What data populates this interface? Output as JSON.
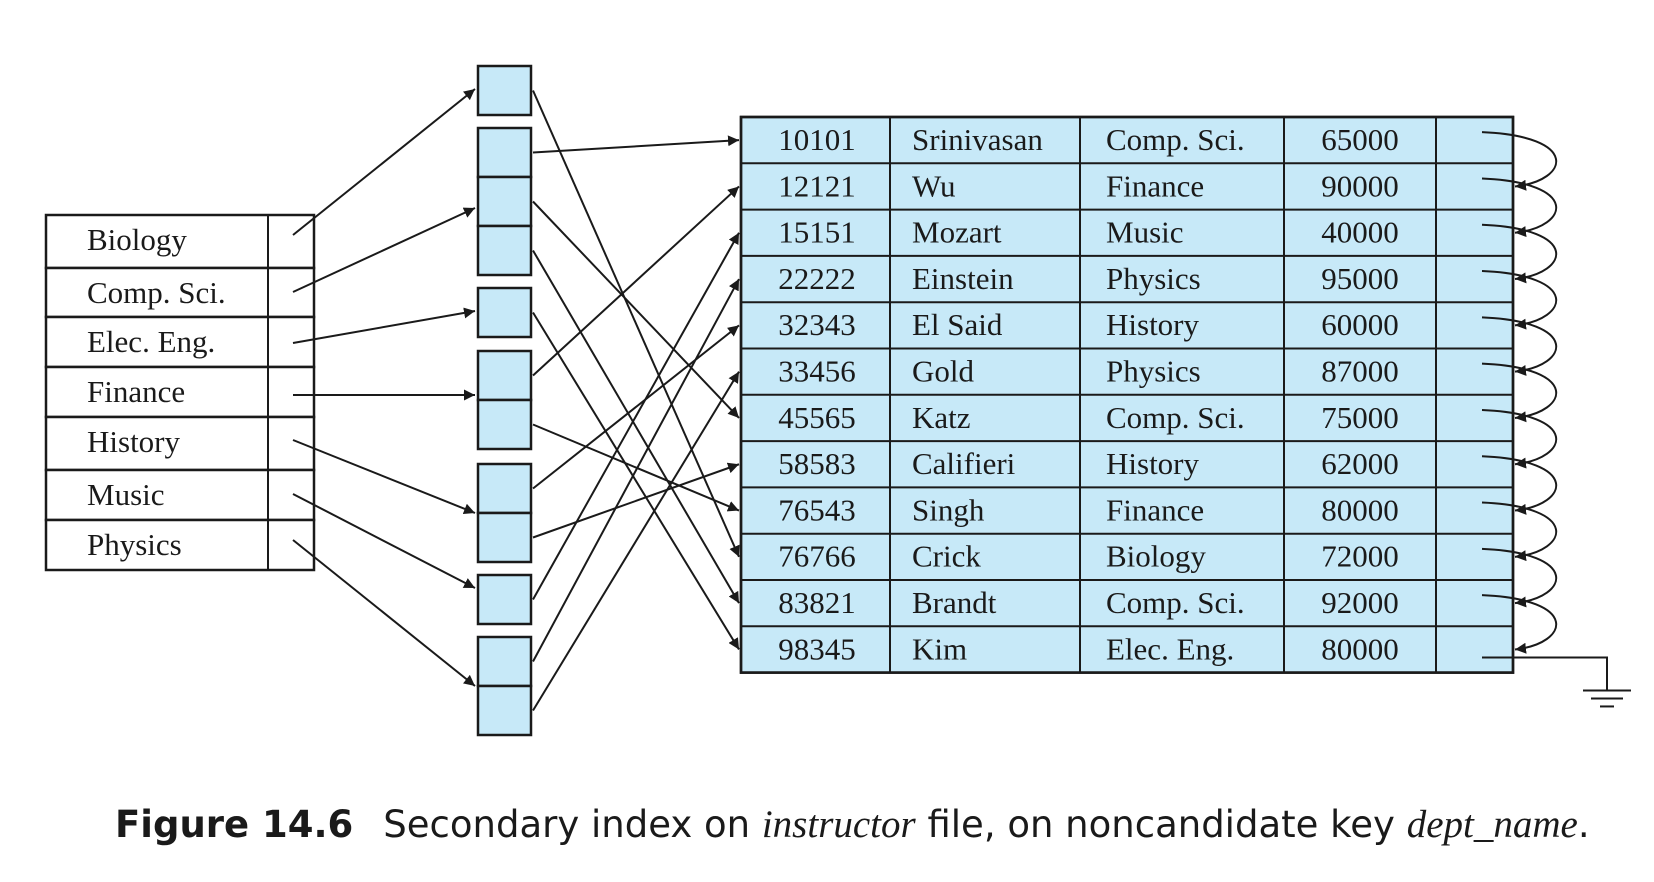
{
  "index_keys": [
    "Biology",
    "Comp. Sci.",
    "Elec. Eng.",
    "Finance",
    "History",
    "Music",
    "Physics"
  ],
  "records": [
    {
      "id": "10101",
      "name": "Srinivasan",
      "dept": "Comp. Sci.",
      "salary": "65000"
    },
    {
      "id": "12121",
      "name": "Wu",
      "dept": "Finance",
      "salary": "90000"
    },
    {
      "id": "15151",
      "name": "Mozart",
      "dept": "Music",
      "salary": "40000"
    },
    {
      "id": "22222",
      "name": "Einstein",
      "dept": "Physics",
      "salary": "95000"
    },
    {
      "id": "32343",
      "name": "El Said",
      "dept": "History",
      "salary": "60000"
    },
    {
      "id": "33456",
      "name": "Gold",
      "dept": "Physics",
      "salary": "87000"
    },
    {
      "id": "45565",
      "name": "Katz",
      "dept": "Comp. Sci.",
      "salary": "75000"
    },
    {
      "id": "58583",
      "name": "Califieri",
      "dept": "History",
      "salary": "62000"
    },
    {
      "id": "76543",
      "name": "Singh",
      "dept": "Finance",
      "salary": "80000"
    },
    {
      "id": "76766",
      "name": "Crick",
      "dept": "Biology",
      "salary": "72000"
    },
    {
      "id": "83821",
      "name": "Brandt",
      "dept": "Comp. Sci.",
      "salary": "92000"
    },
    {
      "id": "98345",
      "name": "Kim",
      "dept": "Elec. Eng.",
      "salary": "80000"
    }
  ],
  "buckets": [
    [
      9
    ],
    [
      0,
      6,
      10
    ],
    [
      11
    ],
    [
      1,
      8
    ],
    [
      4,
      7
    ],
    [
      2
    ],
    [
      3,
      5
    ]
  ],
  "caption": {
    "label": "Figure 14.6",
    "text_before": "Secondary index on ",
    "italic_1": "instructor",
    "text_middle": " file, on noncandidate key ",
    "italic_2": "dept_name",
    "text_after": "."
  }
}
